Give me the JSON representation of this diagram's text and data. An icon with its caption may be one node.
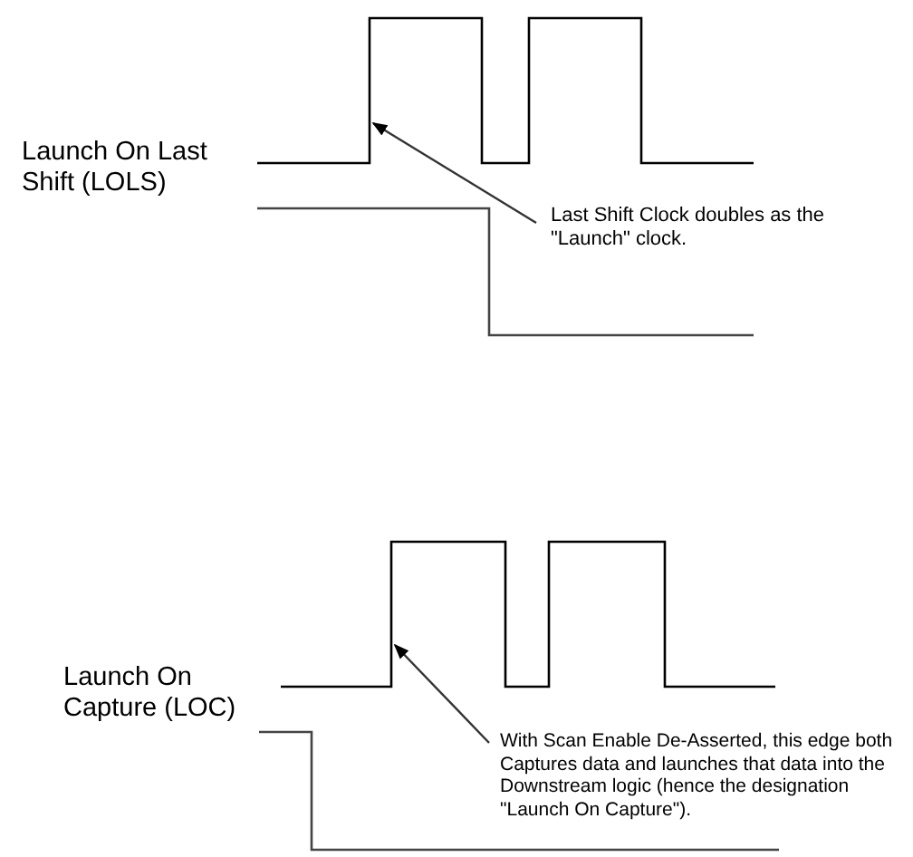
{
  "diagram": {
    "nodes": [
      {
        "text": [],
        "shape": "picture"
      },
      {
        "text": [
          "Last Shift Clock doubles as the \"Launch\" clock."
        ]
      },
      {
        "text": [],
        "shape": "picture"
      },
      {
        "text": [
          "With Scan Enable De-Asserted, this edge both Captures data and launches that data into the Downstream logic (hence the designation \"Launch On Capture\")."
        ]
      }
    ],
    "edges": [
      {
        "from": 1,
        "to": 0,
        "arrow": "to"
      },
      {
        "from": 3,
        "to": 2,
        "arrow": "to"
      }
    ],
    "labels": [
      "Launch On Last Shift (LOLS)",
      "Launch On Capture (LOC)"
    ]
  }
}
